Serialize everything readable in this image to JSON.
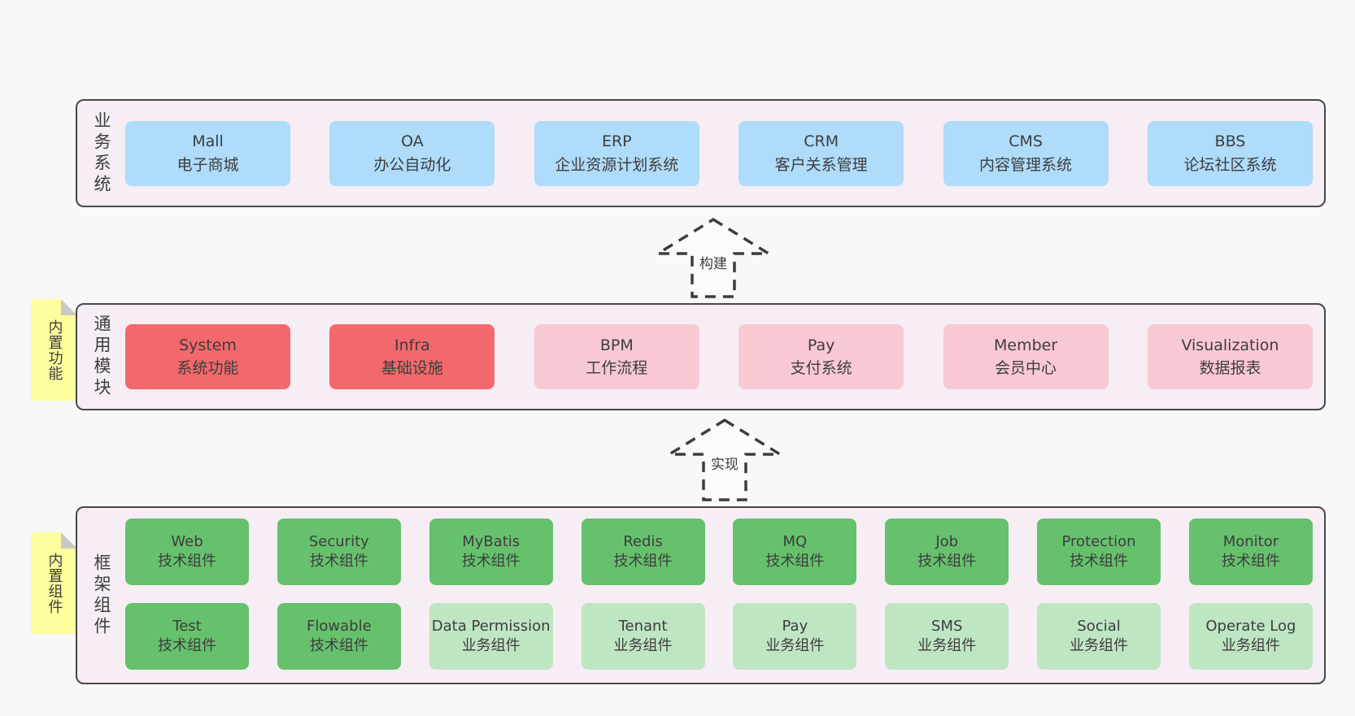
{
  "colors": {
    "page_bg": "#f8f8f8",
    "panel_bg": "#f6edf5",
    "panel_border": "#474747",
    "blue_box": "#aedcfa",
    "red_box": "#f2686c",
    "pink_box": "#f9c9d3",
    "green_box": "#66c16d",
    "light_green_box": "#bfe6c3",
    "note_yellow": "#fdfe9e"
  },
  "sections": {
    "business": {
      "label": "业务系统",
      "boxes": [
        {
          "name": "Mall",
          "desc": "电子商城"
        },
        {
          "name": "OA",
          "desc": "办公自动化"
        },
        {
          "name": "ERP",
          "desc": "企业资源计划系统"
        },
        {
          "name": "CRM",
          "desc": "客户关系管理"
        },
        {
          "name": "CMS",
          "desc": "内容管理系统"
        },
        {
          "name": "BBS",
          "desc": "论坛社区系统"
        }
      ]
    },
    "modules": {
      "label": "通用模块",
      "note": "内置功能",
      "boxes": [
        {
          "name": "System",
          "desc": "系统功能"
        },
        {
          "name": "Infra",
          "desc": "基础设施"
        },
        {
          "name": "BPM",
          "desc": "工作流程"
        },
        {
          "name": "Pay",
          "desc": "支付系统"
        },
        {
          "name": "Member",
          "desc": "会员中心"
        },
        {
          "name": "Visualization",
          "desc": "数据报表"
        }
      ]
    },
    "framework": {
      "label": "框架组件",
      "note": "内置组件",
      "row1": [
        {
          "name": "Web",
          "desc": "技术组件"
        },
        {
          "name": "Security",
          "desc": "技术组件"
        },
        {
          "name": "MyBatis",
          "desc": "技术组件"
        },
        {
          "name": "Redis",
          "desc": "技术组件"
        },
        {
          "name": "MQ",
          "desc": "技术组件"
        },
        {
          "name": "Job",
          "desc": "技术组件"
        },
        {
          "name": "Protection",
          "desc": "技术组件"
        },
        {
          "name": "Monitor",
          "desc": "技术组件"
        }
      ],
      "row2": [
        {
          "name": "Test",
          "desc": "技术组件"
        },
        {
          "name": "Flowable",
          "desc": "技术组件"
        },
        {
          "name": "Data Permission",
          "desc": "业务组件"
        },
        {
          "name": "Tenant",
          "desc": "业务组件"
        },
        {
          "name": "Pay",
          "desc": "业务组件"
        },
        {
          "name": "SMS",
          "desc": "业务组件"
        },
        {
          "name": "Social",
          "desc": "业务组件"
        },
        {
          "name": "Operate Log",
          "desc": "业务组件"
        }
      ]
    }
  },
  "arrows": {
    "build": "构建",
    "implement": "实现"
  }
}
